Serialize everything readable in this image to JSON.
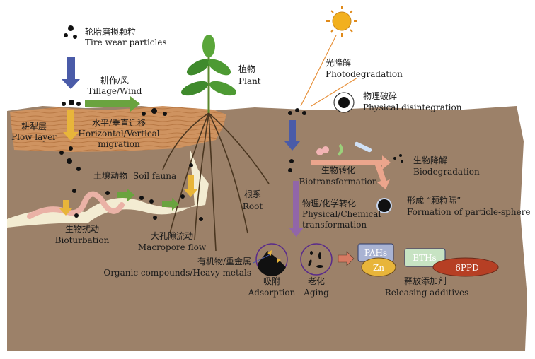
{
  "source": {
    "zh": "轮胎磨损颗粒",
    "en": "Tire wear particles"
  },
  "tillage": {
    "zh": "耕作/风",
    "en": "Tillage/Wind"
  },
  "plow_layer": {
    "zh": "耕犁层",
    "en": "Plow layer"
  },
  "migration": {
    "zh": "水平/垂直迁移",
    "en1": "Horizontal/Vertical",
    "en2": "migration"
  },
  "soil_fauna": {
    "zh": "土壤动物",
    "en": "Soil fauna"
  },
  "bioturbation": {
    "zh": "生物扰动",
    "en": "Bioturbation"
  },
  "macropore": {
    "zh": "大孔隙流动",
    "en": "Macropore flow"
  },
  "plant": {
    "zh": "植物",
    "en": "Plant"
  },
  "root": {
    "zh": "根系",
    "en": "Root"
  },
  "photodegradation": {
    "zh": "光降解",
    "en": "Photodegradation"
  },
  "physical_disintegration": {
    "zh": "物理破碎",
    "en": "Physical disintegration"
  },
  "biotransformation": {
    "zh": "生物转化",
    "en": "Biotransformation"
  },
  "biodegradation": {
    "zh": "生物降解",
    "en": "Biodegradation"
  },
  "particle_sphere": {
    "zh": "形成 “颗粒际”",
    "en": "Formation of particle-sphere"
  },
  "phys_chem": {
    "zh": "物理/化学转化",
    "en1": "Physical/Chemical",
    "en2": "transformation"
  },
  "organics": {
    "zh": "有机物/重金属",
    "en": "Organic compounds/Heavy metals"
  },
  "adsorption": {
    "zh": "吸附",
    "en": "Adsorption"
  },
  "aging": {
    "zh": "老化",
    "en": "Aging"
  },
  "additives": {
    "zh": "释放添加剂",
    "en": "Releasing additives",
    "items": [
      "PAHs",
      "Zn",
      "BTHs",
      "6PPD"
    ]
  },
  "colors": {
    "soil": "#9c8169",
    "plow": "#cf9360",
    "blue_arrow": "#4a5ba8",
    "yellow_arrow": "#e8b53a",
    "green_arrow": "#6aa33f",
    "purple_arrow": "#9166a8",
    "pink_arrow": "#eba58c"
  }
}
